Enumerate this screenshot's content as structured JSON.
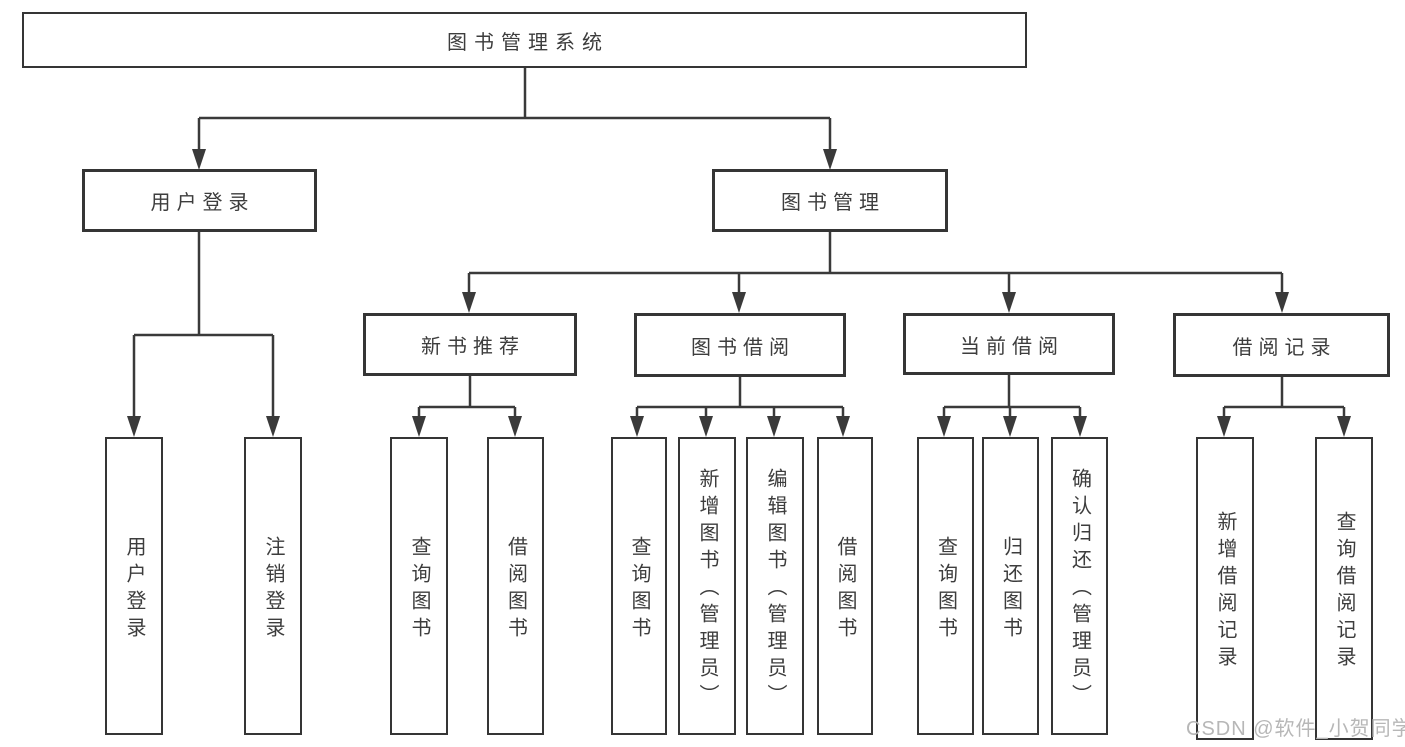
{
  "diagram": {
    "title": "图书管理系统",
    "watermark": "CSDN @软件_小贺同学",
    "nodes": {
      "root": "图书管理系统",
      "user_login": "用户登录",
      "book_mgmt": "图书管理",
      "leaf_user_login": "用户登录",
      "leaf_logout": "注销登录",
      "new_book_rec": "新书推荐",
      "book_borrow": "图书借阅",
      "current_borrow": "当前借阅",
      "borrow_records": "借阅记录",
      "nbr_query_book": "查询图书",
      "nbr_borrow_book": "借阅图书",
      "bb_query_book": "查询图书",
      "bb_add_book": "新增图书（管理员）",
      "bb_edit_book": "编辑图书（管理员）",
      "bb_borrow_book": "借阅图书",
      "cb_query_book": "查询图书",
      "cb_return_book": "归还图书",
      "cb_confirm_return": "确认归还（管理员）",
      "br_add_record": "新增借阅记录",
      "br_query_record": "查询借阅记录"
    },
    "hierarchy": {
      "root": [
        "user_login",
        "book_mgmt"
      ],
      "user_login": [
        "leaf_user_login",
        "leaf_logout"
      ],
      "book_mgmt": [
        "new_book_rec",
        "book_borrow",
        "current_borrow",
        "borrow_records"
      ],
      "new_book_rec": [
        "nbr_query_book",
        "nbr_borrow_book"
      ],
      "book_borrow": [
        "bb_query_book",
        "bb_add_book",
        "bb_edit_book",
        "bb_borrow_book"
      ],
      "current_borrow": [
        "cb_query_book",
        "cb_return_book",
        "cb_confirm_return"
      ],
      "borrow_records": [
        "br_add_record",
        "br_query_record"
      ]
    }
  }
}
